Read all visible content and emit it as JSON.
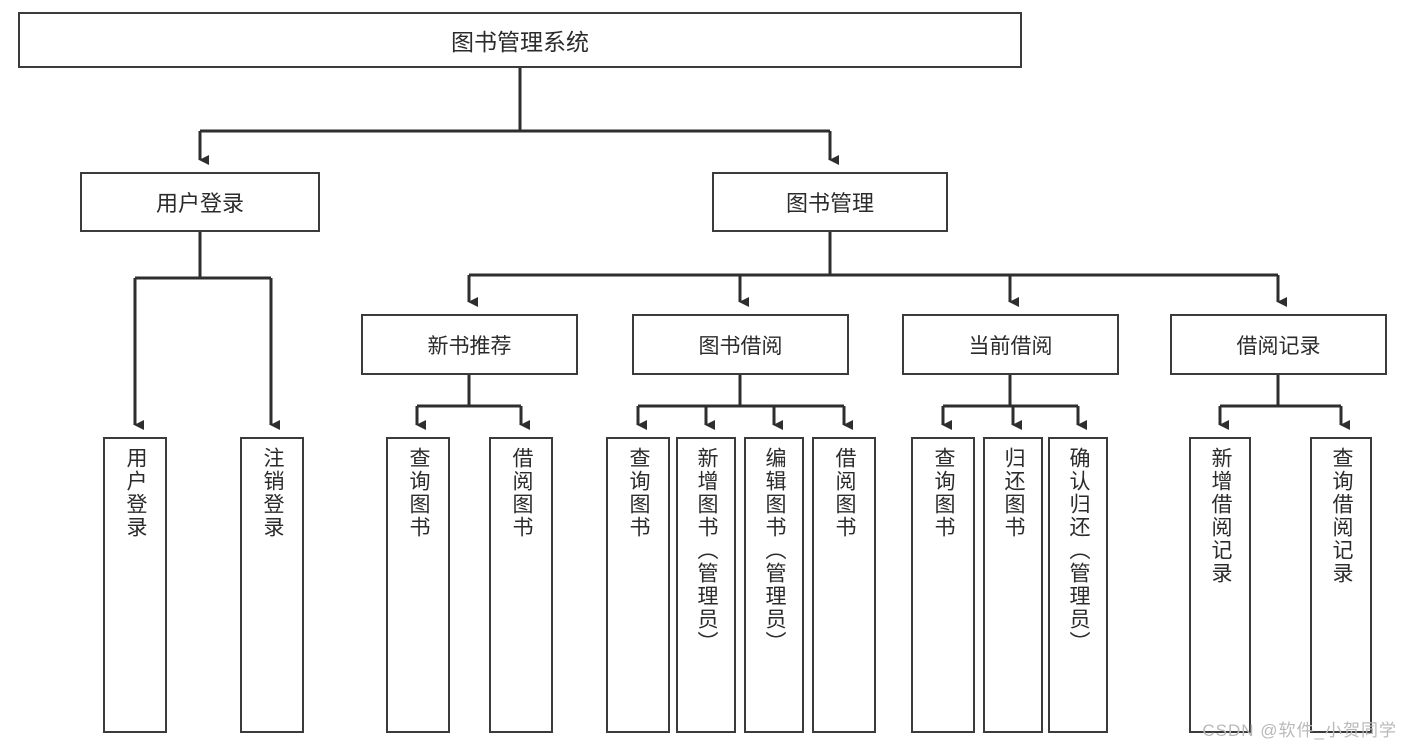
{
  "diagram": {
    "title": "图书管理系统",
    "type": "tree-hierarchy",
    "root": {
      "label": "图书管理系统"
    },
    "level2": [
      {
        "label": "用户登录"
      },
      {
        "label": "图书管理"
      }
    ],
    "level3": [
      {
        "label": "新书推荐"
      },
      {
        "label": "图书借阅"
      },
      {
        "label": "当前借阅"
      },
      {
        "label": "借阅记录"
      }
    ],
    "leaves": {
      "user_login": [
        {
          "label": "用户登录"
        },
        {
          "label": "注销登录"
        }
      ],
      "new_book_recommend": [
        {
          "label": "查询图书"
        },
        {
          "label": "借阅图书"
        }
      ],
      "book_borrow": [
        {
          "label": "查询图书"
        },
        {
          "label": "新增图书（管理员）"
        },
        {
          "label": "编辑图书（管理员）"
        },
        {
          "label": "借阅图书"
        }
      ],
      "current_borrow": [
        {
          "label": "查询图书"
        },
        {
          "label": "归还图书"
        },
        {
          "label": "确认归还（管理员）"
        }
      ],
      "borrow_record": [
        {
          "label": "新增借阅记录"
        },
        {
          "label": "查询借阅记录"
        }
      ]
    }
  },
  "watermark": {
    "text": "CSDN @软件_小贺同学"
  },
  "colors": {
    "border": "#3b3b3b",
    "background": "#ffffff",
    "text": "#2b2b2b",
    "watermark": "#b9b9b9"
  }
}
